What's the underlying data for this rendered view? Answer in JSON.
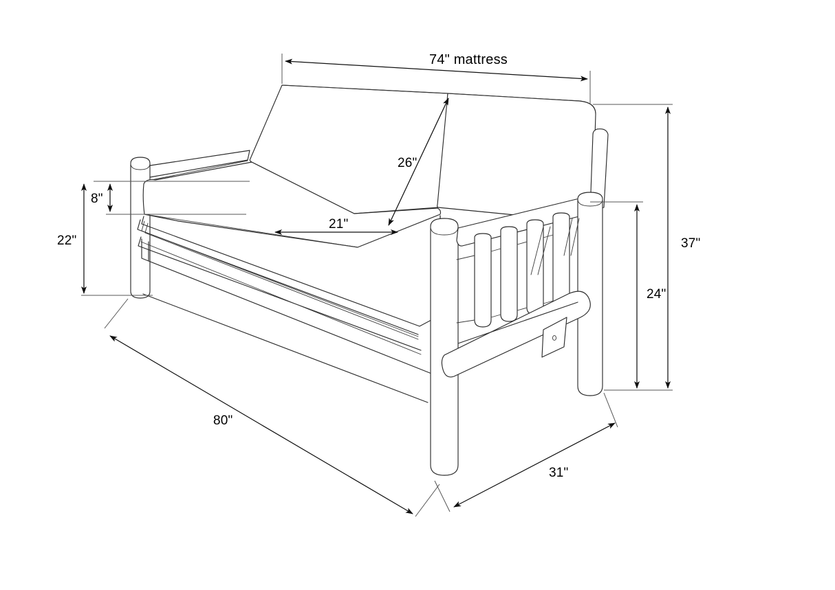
{
  "drawing": {
    "title": "Futon sofa frame dimension drawing",
    "subject": "log futon sofa",
    "view": "three-quarter perspective line drawing",
    "background_color": "#ffffff",
    "line_color": "#2b2b2b",
    "text_color": "#000000",
    "units": "inches"
  },
  "dimensions": {
    "mattress_width": {
      "label": "74\" mattress",
      "value": 74,
      "unit": "in",
      "description": "overall mattress length across the top"
    },
    "backrest_height": {
      "label": "26\"",
      "value": 26,
      "unit": "in",
      "description": "backrest cushion height"
    },
    "seat_depth": {
      "label": "21\"",
      "value": 21,
      "unit": "in",
      "description": "seat cushion depth"
    },
    "arm_above_seat": {
      "label": "8\"",
      "value": 8,
      "unit": "in",
      "description": "arm height above seat"
    },
    "seat_height": {
      "label": "22\"",
      "value": 22,
      "unit": "in",
      "description": "seat height from floor"
    },
    "overall_height": {
      "label": "37\"",
      "value": 37,
      "unit": "in",
      "description": "overall height of the sofa"
    },
    "arm_height": {
      "label": "24\"",
      "value": 24,
      "unit": "in",
      "description": "arm rail height from floor"
    },
    "overall_length": {
      "label": "80\"",
      "value": 80,
      "unit": "in",
      "description": "overall frame length"
    },
    "overall_depth": {
      "label": "31\"",
      "value": 31,
      "unit": "in",
      "description": "overall frame depth"
    }
  }
}
